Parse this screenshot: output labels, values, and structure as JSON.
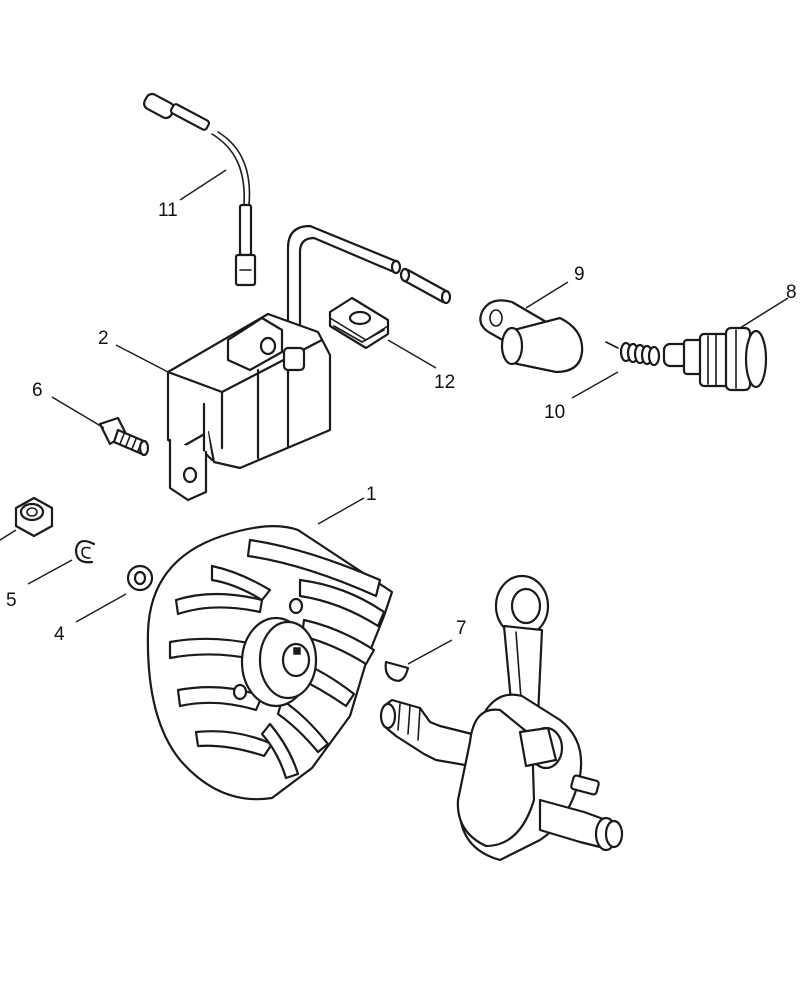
{
  "callouts": [
    {
      "id": "1",
      "label": "1"
    },
    {
      "id": "2",
      "label": "2"
    },
    {
      "id": "4",
      "label": "4"
    },
    {
      "id": "5",
      "label": "5"
    },
    {
      "id": "6",
      "label": "6"
    },
    {
      "id": "7",
      "label": "7"
    },
    {
      "id": "8",
      "label": "8"
    },
    {
      "id": "9",
      "label": "9"
    },
    {
      "id": "10",
      "label": "10"
    },
    {
      "id": "11",
      "label": "11"
    },
    {
      "id": "12",
      "label": "12"
    }
  ],
  "colors": {
    "line": "#1a1a1a",
    "background": "#ffffff"
  }
}
